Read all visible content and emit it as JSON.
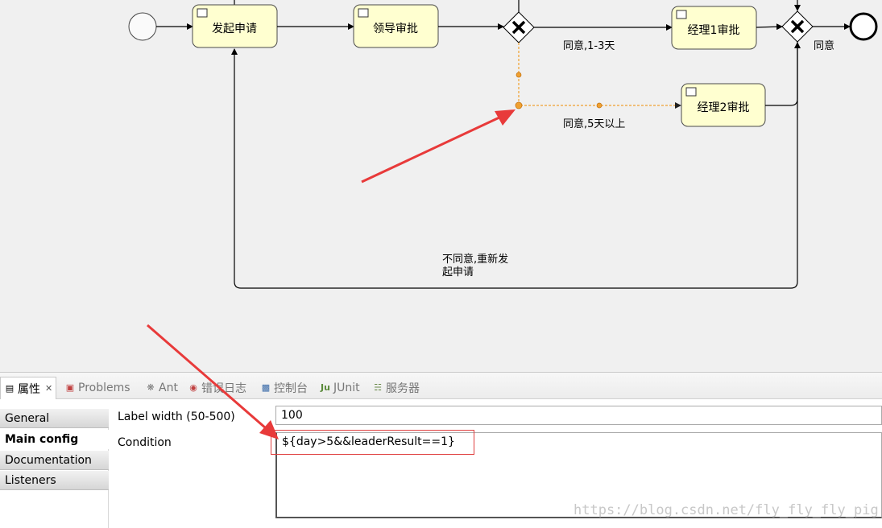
{
  "diagram": {
    "tasks": {
      "submit": "发起申请",
      "leader": "领导审批",
      "manager1": "经理1审批",
      "manager2": "经理2审批"
    },
    "flow_labels": {
      "agree_1_3": "同意,1-3天",
      "agree_5plus": "同意,5天以上",
      "agree": "同意",
      "disagree_line1": "不同意,重新发",
      "disagree_line2": "起申请"
    }
  },
  "panel": {
    "tabs": [
      {
        "label": "属性",
        "icon": "properties-icon"
      },
      {
        "label": "Problems",
        "icon": "problems-icon"
      },
      {
        "label": "Ant",
        "icon": "ant-icon"
      },
      {
        "label": "错误日志",
        "icon": "error-log-icon"
      },
      {
        "label": "控制台",
        "icon": "console-icon"
      },
      {
        "label": "JUnit",
        "icon": "junit-icon"
      },
      {
        "label": "服务器",
        "icon": "servers-icon"
      }
    ],
    "nav": {
      "general": "General",
      "main_config": "Main config",
      "documentation": "Documentation",
      "listeners": "Listeners"
    },
    "fields": {
      "label_width_label": "Label width (50-500)",
      "label_width_value": "100",
      "condition_label": "Condition",
      "condition_value": "${day>5&&leaderResult==1}"
    }
  },
  "watermark": "https://blog.csdn.net/fly_fly_fly_pig",
  "colors": {
    "task_fill": "#ffffd0",
    "selection": "#f0a030",
    "annotation_arrow": "#e83a3a"
  }
}
